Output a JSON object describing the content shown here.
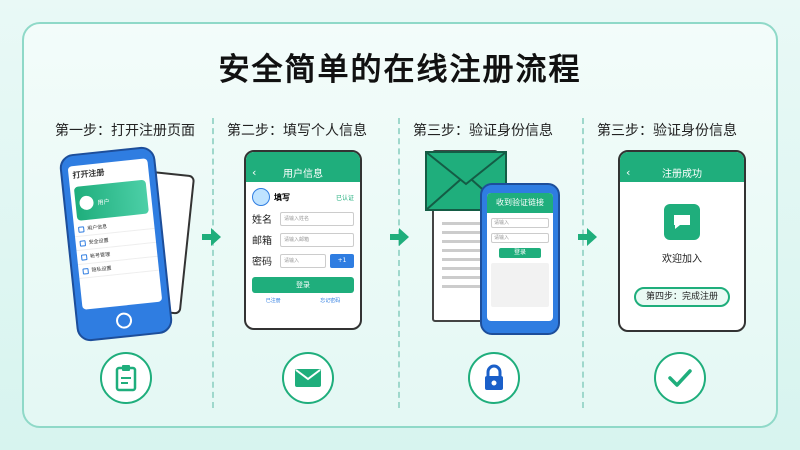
{
  "title": "安全简单的在线注册流程",
  "colors": {
    "accent": "#1fae7c",
    "phone_blue": "#2f7de1",
    "border": "#8fd9c8"
  },
  "steps": [
    {
      "label": "第一步：打开注册页面",
      "screen": {
        "header": "打开注册",
        "card_name": "用户",
        "rows": [
          "用户信息",
          "安全设置",
          "帐号管理",
          "隐私设置"
        ]
      },
      "icon": "clipboard-icon"
    },
    {
      "label": "第二步：填写个人信息",
      "screen": {
        "header": "用户信息",
        "profile_name": "填写",
        "profile_tag": "已认证",
        "fields": [
          {
            "label": "姓名",
            "placeholder": "请输入姓名"
          },
          {
            "label": "邮箱",
            "placeholder": "请输入邮箱"
          },
          {
            "label": "密码",
            "placeholder": "请输入"
          }
        ],
        "send_label": "+1",
        "login_button": "登录",
        "links": [
          "已注册",
          "忘记密码"
        ]
      },
      "icon": "mail-icon"
    },
    {
      "label": "第三步：验证身份信息",
      "screen": {
        "header": "收到验证链接",
        "fields": [
          "请输入",
          "请输入"
        ],
        "button": "登录"
      },
      "icon": "lock-icon"
    },
    {
      "label": "第三步：验证身份信息",
      "screen": {
        "header": "注册成功",
        "welcome": "欢迎加入",
        "pill": "第四步：完成注册"
      },
      "icon": "check-icon"
    }
  ]
}
